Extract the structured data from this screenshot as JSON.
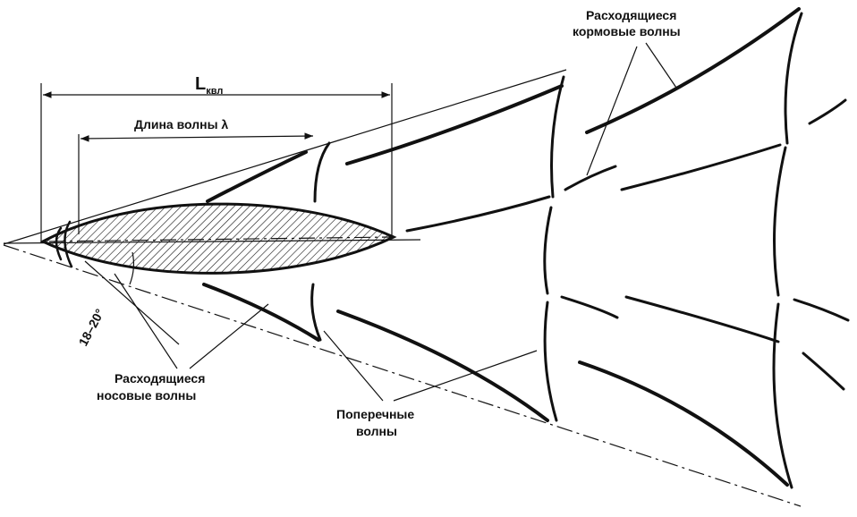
{
  "labels": {
    "length_symbol": "L",
    "length_subscript": "квл",
    "wavelength": "Длина волны  λ",
    "angle": "18–20°",
    "diverging_stern_line1": "Расходящиеся",
    "diverging_stern_line2": "кормовые волны",
    "diverging_bow_line1": "Расходящиеся",
    "diverging_bow_line2": "носовые волны",
    "transverse_line1": "Поперечные",
    "transverse_line2": "волны"
  }
}
